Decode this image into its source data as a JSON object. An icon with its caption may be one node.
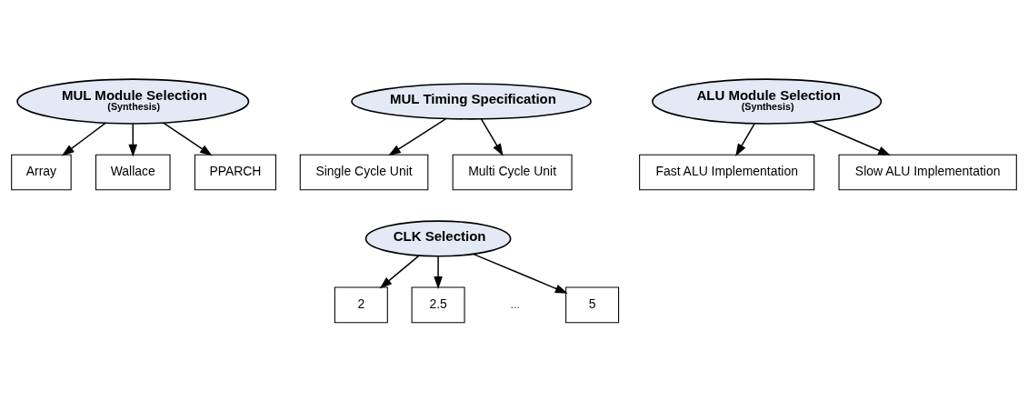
{
  "diagram": {
    "nodes": [
      {
        "text": [
          "MUL Module Selection",
          "(Synthesis)"
        ]
      },
      {
        "text": [
          "Array"
        ]
      },
      {
        "text": [
          "Wallace"
        ]
      },
      {
        "text": [
          "PPARCH"
        ]
      },
      {
        "text": [
          "MUL Timing Specification"
        ]
      },
      {
        "text": [
          "Single Cycle Unit"
        ]
      },
      {
        "text": [
          "Multi Cycle Unit"
        ]
      },
      {
        "text": [
          "ALU Module Selection",
          "(Synthesis)"
        ]
      },
      {
        "text": [
          "Fast ALU Implementation"
        ]
      },
      {
        "text": [
          "Slow ALU Implementation"
        ]
      },
      {
        "text": [
          "CLK Selection"
        ]
      },
      {
        "text": [
          "2"
        ]
      },
      {
        "text": [
          "2.5"
        ]
      },
      {
        "text": [
          "5"
        ]
      }
    ],
    "edges": [
      {
        "from": 0,
        "to": 1,
        "arrow": "to"
      },
      {
        "from": 0,
        "to": 2,
        "arrow": "to"
      },
      {
        "from": 0,
        "to": 3,
        "arrow": "to"
      },
      {
        "from": 4,
        "to": 5,
        "arrow": "to"
      },
      {
        "from": 4,
        "to": 6,
        "arrow": "to"
      },
      {
        "from": 7,
        "to": 8,
        "arrow": "to"
      },
      {
        "from": 7,
        "to": 9,
        "arrow": "to"
      },
      {
        "from": 10,
        "to": 11,
        "arrow": "to"
      },
      {
        "from": 10,
        "to": 12,
        "arrow": "to"
      },
      {
        "from": 10,
        "to": 13,
        "arrow": "to"
      }
    ],
    "labels": [
      "..."
    ]
  }
}
